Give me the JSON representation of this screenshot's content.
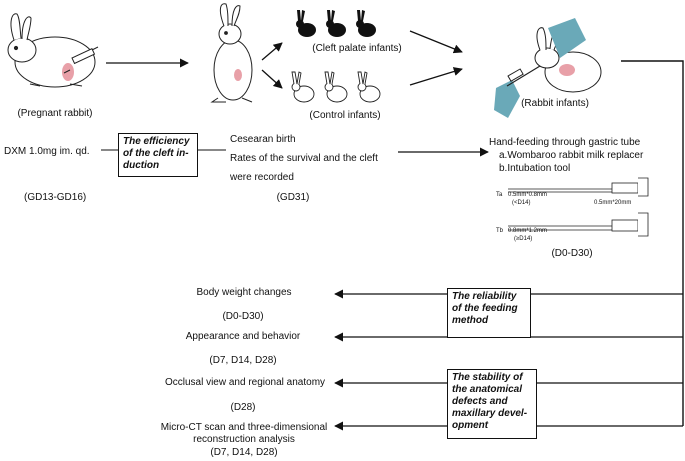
{
  "top_row": {
    "pregnant_label": "(Pregnant rabbit)",
    "cleft_label": "(Cleft palate infants)",
    "control_label": "(Control infants)",
    "infant_label": "(Rabbit infants)"
  },
  "left_column": {
    "dose": "DXM 1.0mg im. qd.",
    "gd_range": "(GD13-GD16)"
  },
  "efficiency_box": [
    "The efficiency",
    "of the cleft in-",
    "duction"
  ],
  "middle_column": {
    "line1": "Cesearan birth",
    "line2": "Rates of the survival and the cleft",
    "line3": "were recorded",
    "gd31": "(GD31)"
  },
  "right_column": {
    "title": "Hand-feeding through gastric tube",
    "item_a": "a.Wombaroo rabbit milk replacer",
    "item_b": "b.Intubation tool",
    "tube_a_name": "Ta",
    "tube_a_spec": "0.5mm*0.8mm",
    "tube_a_days": "(<D14)",
    "tube_mid_spec": "0.5mm*20mm",
    "tube_b_name": "Tb",
    "tube_b_spec": "0.8mm*1.2mm",
    "tube_b_days": "(≥D14)",
    "days": "(D0-D30)"
  },
  "outcomes": [
    {
      "label": "Body weight changes",
      "days": "(D0-D30)"
    },
    {
      "label": "Appearance and behavior",
      "days": "(D7, D14, D28)"
    },
    {
      "label": "Occlusal view and regional anatomy",
      "days": "(D28)"
    },
    {
      "label": "Micro-CT scan and three-dimensional",
      "label2": "reconstruction analysis",
      "days": "(D7, D14, D28)"
    }
  ],
  "reliability_box": [
    "The reliability",
    "of the feeding",
    "method"
  ],
  "stability_box": [
    "The stability of",
    "the anatomical",
    "defects and",
    "maxillary devel-",
    "opment"
  ]
}
